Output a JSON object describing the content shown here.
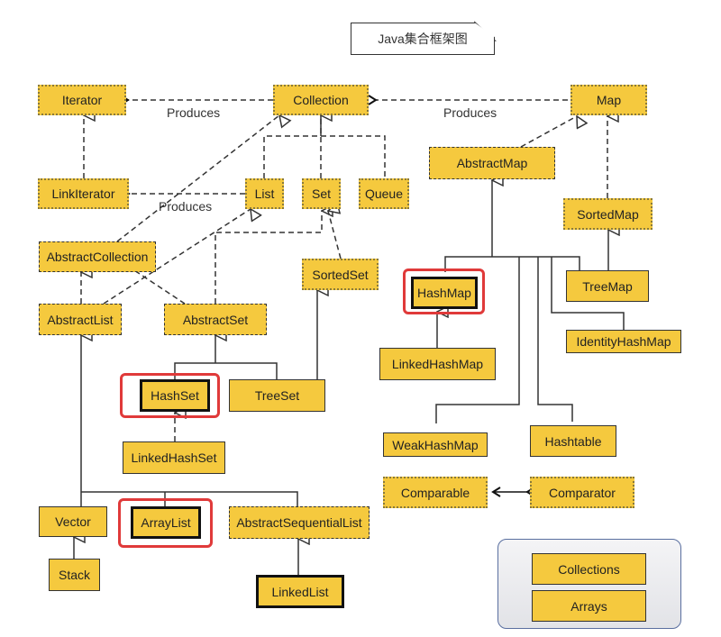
{
  "title": "Java集合框架图",
  "edge_labels": {
    "produces_iterator": "Produces",
    "produces_map": "Produces",
    "produces_listiterator": "Produces"
  },
  "legend_note": {
    "interface_style": "dotted",
    "abstract_style": "dashed",
    "concrete_style": "solid",
    "highlighted": [
      "HashSet",
      "ArrayList",
      "HashMap"
    ],
    "highlight_color": "#e03a3a",
    "box_fill": "#f5c93e"
  },
  "nodes": {
    "iterator": "Iterator",
    "collection": "Collection",
    "map": "Map",
    "link_iterator": "LinkIterator",
    "list": "List",
    "set": "Set",
    "queue": "Queue",
    "abstract_map": "AbstractMap",
    "sorted_map": "SortedMap",
    "abstract_collection": "AbstractCollection",
    "sorted_set": "SortedSet",
    "abstract_list": "AbstractList",
    "abstract_set": "AbstractSet",
    "hash_map": "HashMap",
    "tree_map": "TreeMap",
    "identity_hash_map": "IdentityHashMap",
    "linked_hash_map": "LinkedHashMap",
    "hash_set": "HashSet",
    "tree_set": "TreeSet",
    "linked_hash_set": "LinkedHashSet",
    "weak_hash_map": "WeakHashMap",
    "hashtable": "Hashtable",
    "comparable": "Comparable",
    "comparator": "Comparator",
    "vector": "Vector",
    "array_list": "ArrayList",
    "abstract_sequential_list": "AbstractSequentialList",
    "stack": "Stack",
    "linked_list": "LinkedList",
    "collections": "Collections",
    "arrays": "Arrays"
  }
}
